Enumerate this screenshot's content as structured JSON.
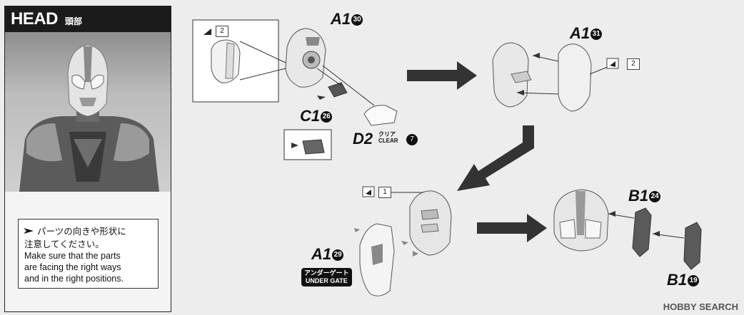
{
  "header": {
    "title": "HEAD",
    "subtitle": "頭部"
  },
  "note": {
    "jp_line1": "パーツの向きや形状に",
    "jp_line2": "注意してください。",
    "en_line1": "Make sure that the parts",
    "en_line2": "are facing the right ways",
    "en_line3": "and in the right positions."
  },
  "parts": {
    "a1_30": {
      "code": "A1",
      "num": "30"
    },
    "a1_31": {
      "code": "A1",
      "num": "31"
    },
    "c1_26": {
      "code": "C1",
      "num": "26"
    },
    "d2_7": {
      "code": "D2",
      "num": "7",
      "sub_jp": "クリア",
      "sub_en": "CLEAR"
    },
    "a1_29": {
      "code": "A1",
      "num": "29"
    },
    "b1_24": {
      "code": "B1",
      "num": "24"
    },
    "b1_19": {
      "code": "B1",
      "num": "19"
    }
  },
  "flags": {
    "step2_a": "2",
    "step2_b": "2",
    "step1": "1"
  },
  "under_gate": {
    "jp": "アンダーゲート",
    "en": "UNDER GATE"
  },
  "watermark": "HOBBY SEARCH"
}
